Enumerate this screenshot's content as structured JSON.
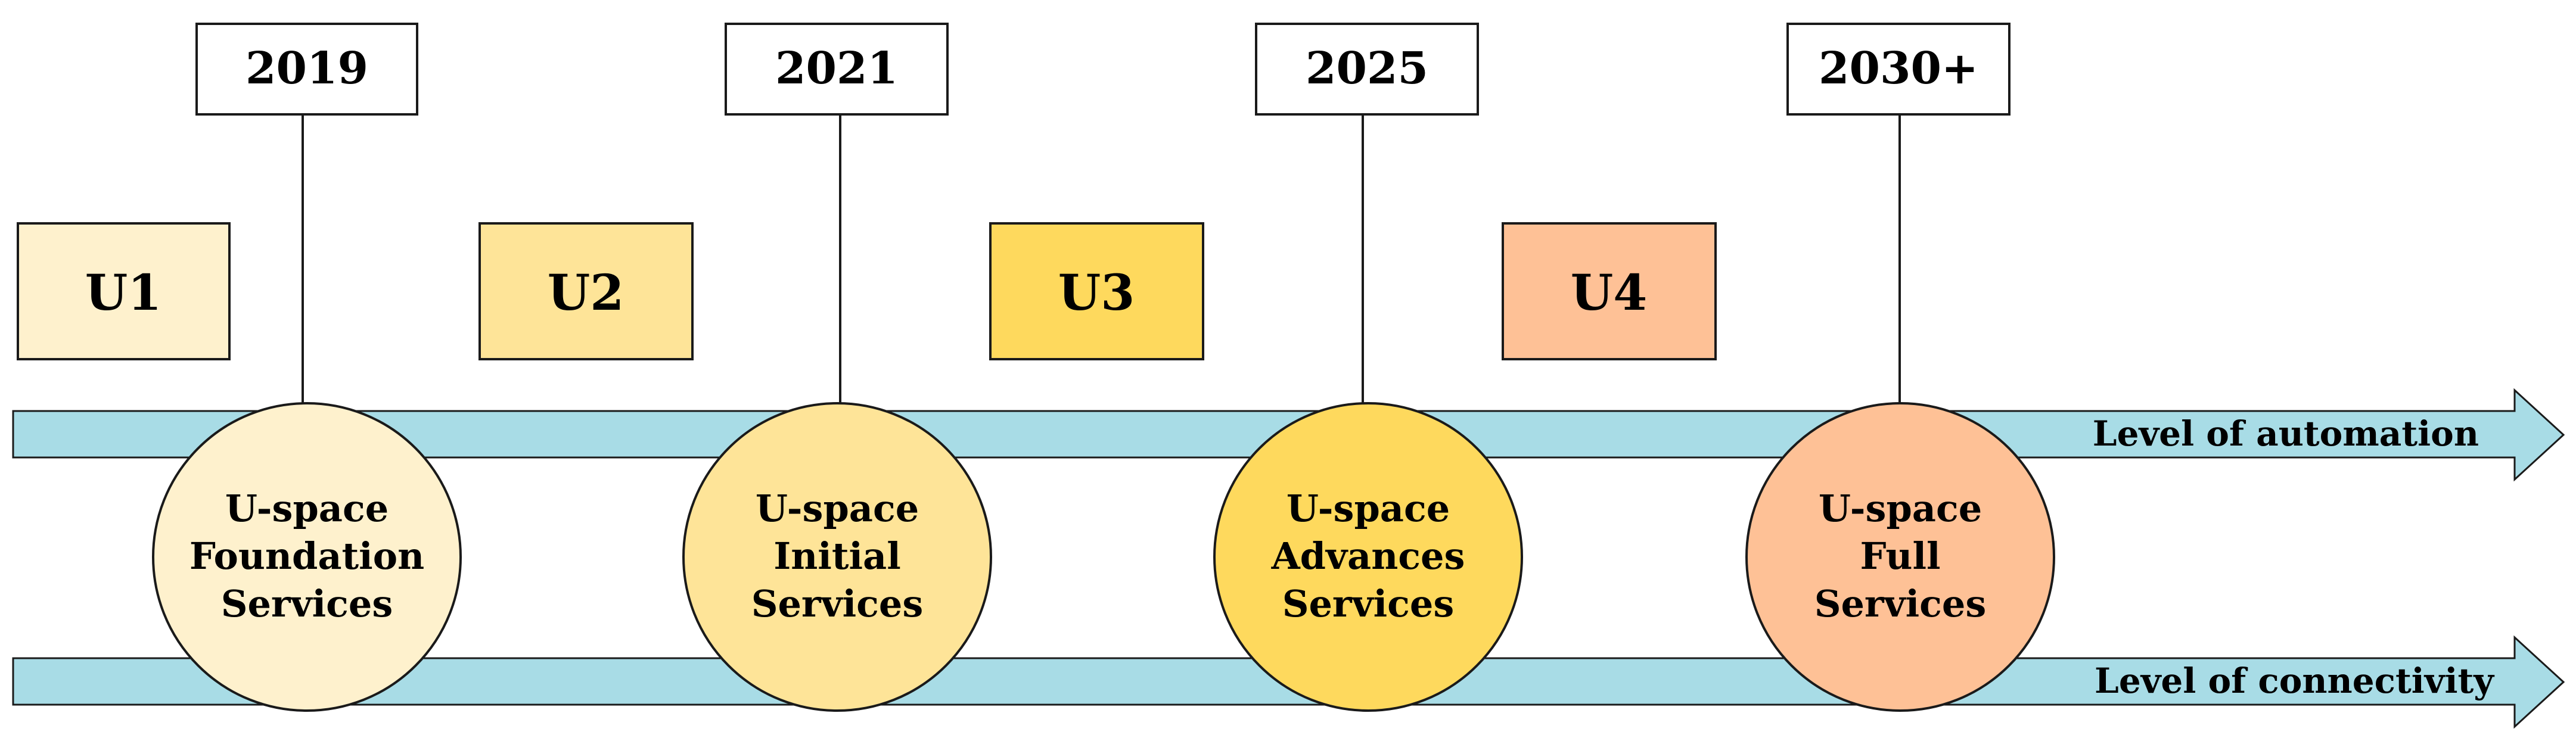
{
  "milestones": [
    {
      "year": "2019",
      "level": "U1",
      "service_lines": [
        "U-space",
        "Foundation",
        "Services"
      ],
      "level_color": "#FEF1CD",
      "circle_color": "#FEF1CD"
    },
    {
      "year": "2021",
      "level": "U2",
      "service_lines": [
        "U-space",
        "Initial",
        "Services"
      ],
      "level_color": "#FEE498",
      "circle_color": "#FEE498"
    },
    {
      "year": "2025",
      "level": "U3",
      "service_lines": [
        "U-space",
        "Advances",
        "Services"
      ],
      "level_color": "#FED95D",
      "circle_color": "#FED95D"
    },
    {
      "year": "2030+",
      "level": "U4",
      "service_lines": [
        "U-space",
        "Full",
        "Services"
      ],
      "level_color": "#FEC196",
      "circle_color": "#FEC196"
    }
  ],
  "arrows": {
    "automation_label": "Level of automation",
    "connectivity_label": "Level of connectivity",
    "color": "#A8DCE6"
  }
}
